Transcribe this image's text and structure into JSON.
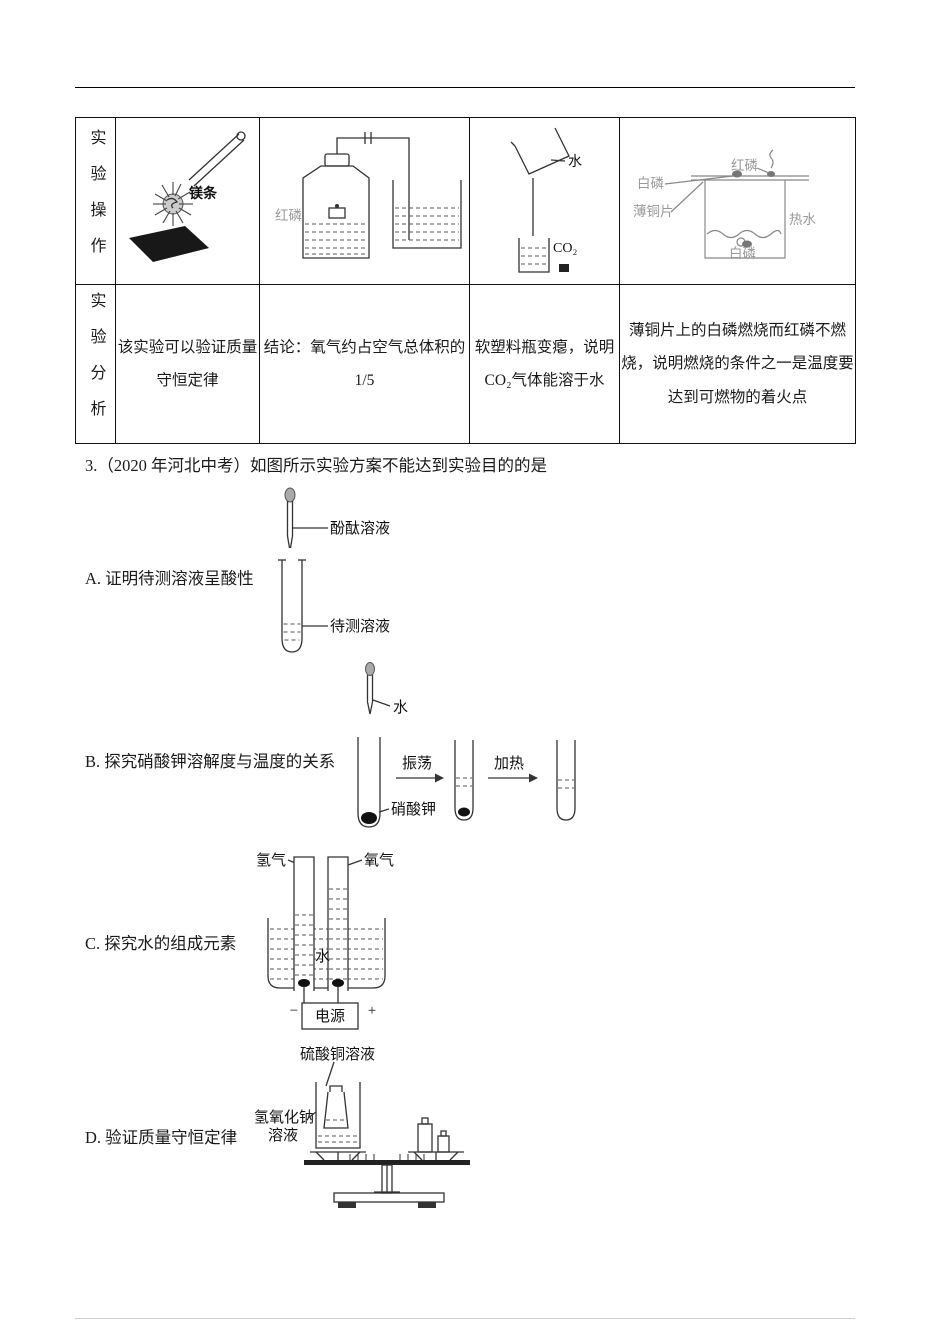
{
  "table": {
    "headers": [
      "实验操作",
      "实验分析"
    ],
    "analysis": [
      "该实验可以验证质量守恒定律",
      "结论：氧气约占空气总体积的 1/5",
      "软塑料瓶变瘪，说明CO₂气体能溶于水",
      "薄铜片上的白磷燃烧而红磷不燃烧，说明燃烧的条件之一是温度要达到可燃物的着火点"
    ],
    "diagrams": {
      "d1": {
        "mg": "镁条"
      },
      "d2": {
        "red_p": "红磷"
      },
      "d3": {
        "water": "水",
        "co2": "CO₂"
      },
      "d4": {
        "red_p": "红磷",
        "white_p_top": "白磷",
        "sheet": "薄铜片",
        "hot_water": "热水",
        "white_p_bottom": "白磷"
      }
    }
  },
  "question": {
    "text": "3.（2020 年河北中考）如图所示实验方案不能达到实验目的的是"
  },
  "options": {
    "a": {
      "label": "A. 证明待测溶液呈酸性",
      "phenolphthalein": "酚酞溶液",
      "sample": "待测溶液"
    },
    "b": {
      "label": "B. 探究硝酸钾溶解度与温度的关系",
      "water": "水",
      "shake": "振荡",
      "heat": "加热",
      "kno3": "硝酸钾"
    },
    "c": {
      "label": "C. 探究水的组成元素",
      "h2": "氢气",
      "o2": "氧气",
      "water": "水",
      "power": "电源",
      "minus": "−",
      "plus": "+"
    },
    "d": {
      "label": "D. 验证质量守恒定律",
      "cuso4": "硫酸铜溶液",
      "naoh1": "氢氧化钠",
      "naoh2": "溶液"
    }
  }
}
